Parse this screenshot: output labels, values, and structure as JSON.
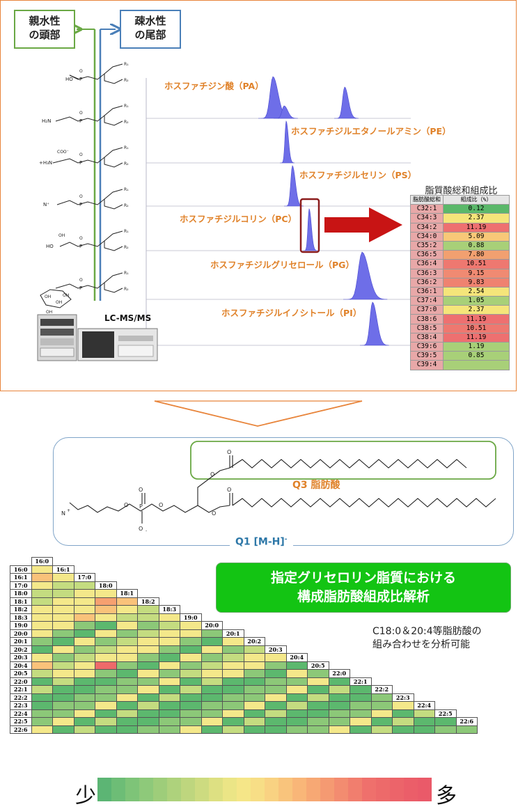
{
  "header": {
    "hydrophilic_line1": "親水性",
    "hydrophilic_line2": "の頭部",
    "hydrophobic_line1": "疎水性",
    "hydrophobic_line2": "の尾部"
  },
  "instrument_label": "LC-MS/MS",
  "chromatograms": [
    {
      "label": "ホスファチジン酸（PA）"
    },
    {
      "label": "ホスファチジルエタノールアミン（PE）"
    },
    {
      "label": "ホスファチジルセリン（PS）"
    },
    {
      "label": "ホスファチジルコリン（PC）"
    },
    {
      "label": "ホスファチジルグリセロール（PG）"
    },
    {
      "label": "ホスファチジルイノシトール（PI）"
    }
  ],
  "molecule_atoms": {
    "oh": "OH",
    "ho": "HO",
    "h2n": "H₂N",
    "h3n": "+H₃N",
    "coo": "COO⁻",
    "nme": "N⁺",
    "o": "O",
    "p": "P",
    "r1": "R₁",
    "r2": "R₂"
  },
  "composition_table": {
    "title": "脂質酸総和組成比",
    "col_name": "脂肪酸総和",
    "col_value": "組成比（%）",
    "rows": [
      {
        "name": "C32:1",
        "value": "0.12",
        "color": "#5bb86a"
      },
      {
        "name": "C34:3",
        "value": "2.37",
        "color": "#f5e57a"
      },
      {
        "name": "C34:2",
        "value": "11.19",
        "color": "#ee7070"
      },
      {
        "name": "C34:0",
        "value": "5.09",
        "color": "#f8c878"
      },
      {
        "name": "C35:2",
        "value": "0.88",
        "color": "#a8d078"
      },
      {
        "name": "C36:5",
        "value": "7.80",
        "color": "#f2a070"
      },
      {
        "name": "C36:4",
        "value": "10.51",
        "color": "#ee7870"
      },
      {
        "name": "C36:3",
        "value": "9.15",
        "color": "#f08a72"
      },
      {
        "name": "C36:2",
        "value": "9.83",
        "color": "#ef8270"
      },
      {
        "name": "C36:1",
        "value": "2.54",
        "color": "#f5e57a"
      },
      {
        "name": "C37:4",
        "value": "1.05",
        "color": "#a8d078"
      },
      {
        "name": "C37:0",
        "value": "2.37",
        "color": "#f5e57a"
      },
      {
        "name": "C38:6",
        "value": "11.19",
        "color": "#ee7070"
      },
      {
        "name": "C38:5",
        "value": "10.51",
        "color": "#ee7870"
      },
      {
        "name": "C38:4",
        "value": "11.19",
        "color": "#ee7070"
      },
      {
        "name": "C39:6",
        "value": "1.19",
        "color": "#a8d078"
      },
      {
        "name": "C39:5",
        "value": "0.85",
        "color": "#a8d078"
      },
      {
        "name": "C39:4",
        "value": "",
        "color": "#a8d078"
      }
    ]
  },
  "fatty_acid_molecule": {
    "q3_label": "Q3 脂肪酸",
    "q1_label": "Q1 [M-H]",
    "q1_sup": "-"
  },
  "matrix": {
    "labels": [
      "16:0",
      "16:1",
      "17:0",
      "18:0",
      "18:1",
      "18:2",
      "18:3",
      "19:0",
      "20:0",
      "20:1",
      "20:2",
      "20:3",
      "20:4",
      "20:5",
      "22:0",
      "22:1",
      "22:2",
      "22:3",
      "22:4",
      "22:5",
      "22:6"
    ],
    "palette": [
      "#5cb86e",
      "#8cc878",
      "#c4dc80",
      "#f4e88a",
      "#f9c27a",
      "#f6a070",
      "#ee6a6a"
    ]
  },
  "banner": {
    "line1": "指定グリセロリン脂質における",
    "line2": "構成脂肪酸組成比解析"
  },
  "note": {
    "line1": "C18:0＆20:4等脂肪酸の",
    "line2": "組み合わせを分析可能"
  },
  "scale": {
    "less": "少",
    "more": "多",
    "colors": [
      "#5cb574",
      "#6dbd76",
      "#7ec478",
      "#8ec97a",
      "#9ecd7a",
      "#aed27c",
      "#bed67e",
      "#cddb80",
      "#dde082",
      "#ebe586",
      "#f5e688",
      "#f7de86",
      "#f9d282",
      "#f9c47c",
      "#f9b678",
      "#f7a874",
      "#f59a72",
      "#f38c70",
      "#f17e6e",
      "#ef706c",
      "#ed6a6a",
      "#ec646a",
      "#eb5e69",
      "#ea5a69"
    ]
  }
}
